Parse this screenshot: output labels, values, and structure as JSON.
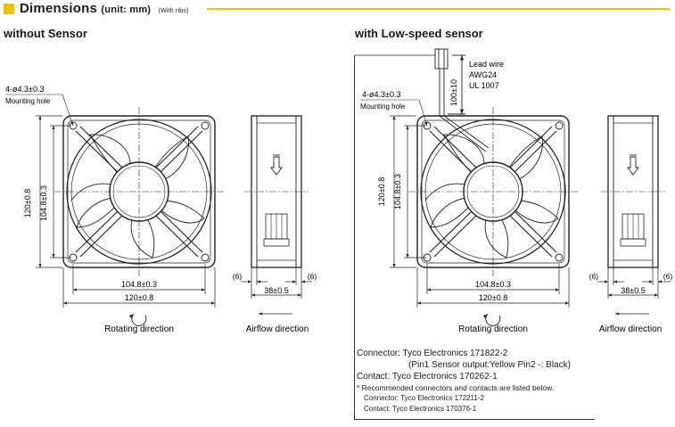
{
  "header": {
    "title": "Dimensions",
    "unit": "(unit: mm)",
    "note": "(With ribs)",
    "accent_color": "#f2c200"
  },
  "left": {
    "section_title": "without Sensor",
    "hole_spec": "4-ø4.3±0.3",
    "hole_label": "Mounting hole",
    "dim_outer_v": "120±0.8",
    "dim_pitch_v": "104.8±0.3",
    "dim_pitch_h": "104.8±0.3",
    "dim_outer_h": "120±0.8",
    "dim_gap_l": "(6)",
    "dim_gap_r": "(6)",
    "dim_depth": "38±0.5",
    "rotating": "Rotating direction",
    "airflow": "Airflow direction"
  },
  "right": {
    "section_title": "with Low-speed sensor",
    "lead1": "Lead wire",
    "lead2": "AWG24",
    "lead3": "UL 1007",
    "lead_len": "100±10",
    "hole_spec": "4-ø4.3±0.3",
    "hole_label": "Mounting hole",
    "dim_outer_v": "120±0.8",
    "dim_pitch_v": "104.8±0.3",
    "dim_pitch_h": "104.8±0.3",
    "dim_outer_h": "120±0.8",
    "dim_gap_l": "(6)",
    "dim_gap_r": "(6)",
    "dim_depth": "38±0.5",
    "rotating": "Rotating direction",
    "airflow": "Airflow direction"
  },
  "notes": {
    "connector": "Connector: Tyco Electronics 171822-2",
    "pins": "(Pin1 Sensor output:Yellow  Pin2 -: Black)",
    "contact": "Contact: Tyco Electronics 170262-1",
    "recommend": "* Recommended connectors and contacts are listed below.",
    "rec_connector": "Connector: Tyco Electronics 172211-2",
    "rec_contact": "Contact: Tyco Electronics 170376-1"
  }
}
